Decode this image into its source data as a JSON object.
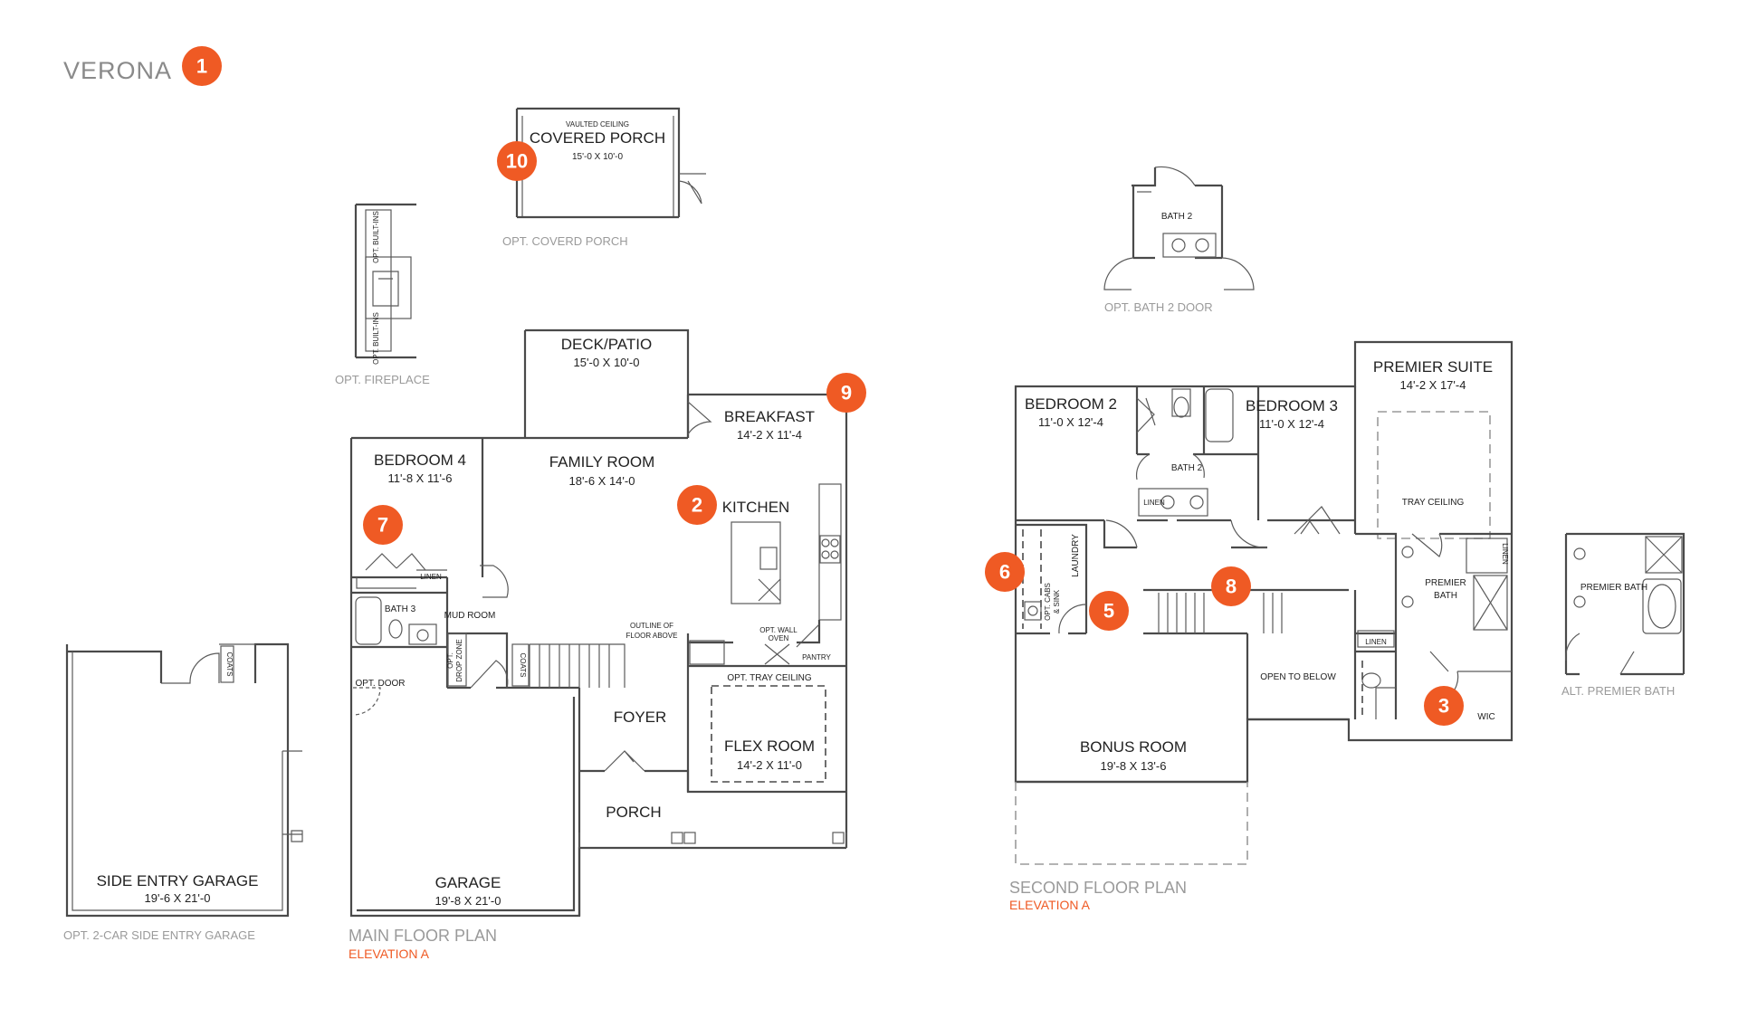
{
  "title": "VERONA",
  "accent_color": "#ef5a24",
  "badges": {
    "b1": "1",
    "b2": "2",
    "b3": "3",
    "b5": "5",
    "b6": "6",
    "b7": "7",
    "b8": "8",
    "b9": "9",
    "b10": "10"
  },
  "options": {
    "covered_porch": {
      "note": "VAULTED CEILING",
      "name": "COVERED PORCH",
      "dims": "15'-0 X 10'-0",
      "caption": "OPT. COVERD PORCH"
    },
    "fireplace": {
      "builtins_label": "OPT. BUILT-INS",
      "caption": "OPT. FIREPLACE"
    },
    "bath2_door": {
      "room": "BATH 2",
      "caption": "OPT. BATH 2 DOOR"
    },
    "side_garage": {
      "name": "SIDE ENTRY GARAGE",
      "dims": "19'-6 X 21'-0",
      "coats": "COATS",
      "caption": "OPT. 2-CAR SIDE ENTRY GARAGE"
    },
    "alt_bath": {
      "room": "PREMIER BATH",
      "caption": "ALT. PREMIER BATH"
    }
  },
  "main_floor": {
    "title": "MAIN FLOOR PLAN",
    "elevation": "ELEVATION A",
    "rooms": {
      "deck": {
        "name": "DECK/PATIO",
        "dims": "15'-0 X 10'-0"
      },
      "breakfast": {
        "name": "BREAKFAST",
        "dims": "14'-2 X 11'-4"
      },
      "bedroom4": {
        "name": "BEDROOM 4",
        "dims": "11'-8 X 11'-6"
      },
      "family": {
        "name": "FAMILY ROOM",
        "dims": "18'-6 X 14'-0"
      },
      "kitchen": {
        "name": "KITCHEN"
      },
      "foyer": {
        "name": "FOYER"
      },
      "flex": {
        "name": "FLEX ROOM",
        "dims": "14'-2 X 11'-0"
      },
      "porch": {
        "name": "PORCH"
      },
      "garage": {
        "name": "GARAGE",
        "dims": "19'-8 X 21'-0"
      }
    },
    "labels": {
      "linen": "LINEN",
      "bath3": "BATH 3",
      "mudroom": "MUD ROOM",
      "drop1": "OPT.",
      "drop2": "DROP ZONE",
      "coats": "COATS",
      "opt_door": "OPT. DOOR",
      "outline1": "OUTLINE OF",
      "outline2": "FLOOR ABOVE",
      "wall_oven1": "OPT. WALL",
      "wall_oven2": "OVEN",
      "pantry": "PANTRY",
      "tray": "OPT. TRAY CEILING"
    }
  },
  "second_floor": {
    "title": "SECOND FLOOR PLAN",
    "elevation": "ELEVATION A",
    "rooms": {
      "bedroom2": {
        "name": "BEDROOM 2",
        "dims": "11'-0 X 12'-4"
      },
      "bedroom3": {
        "name": "BEDROOM 3",
        "dims": "11'-0 X 12'-4"
      },
      "suite": {
        "name": "PREMIER SUITE",
        "dims": "14'-2 X 17'-4"
      },
      "bonus": {
        "name": "BONUS ROOM",
        "dims": "19'-8 X 13'-6"
      }
    },
    "labels": {
      "bath2": "BATH 2",
      "linen1": "LINEN",
      "linen2": "LINEN",
      "linen3": "LINEN",
      "tray": "TRAY CEILING",
      "laundry": "LAUNDRY",
      "cabs1": "OPT. CABS",
      "cabs2": "& SINK",
      "pbath1": "PREMIER",
      "pbath2": "BATH",
      "open_below": "OPEN TO BELOW",
      "wic": "WIC"
    }
  }
}
